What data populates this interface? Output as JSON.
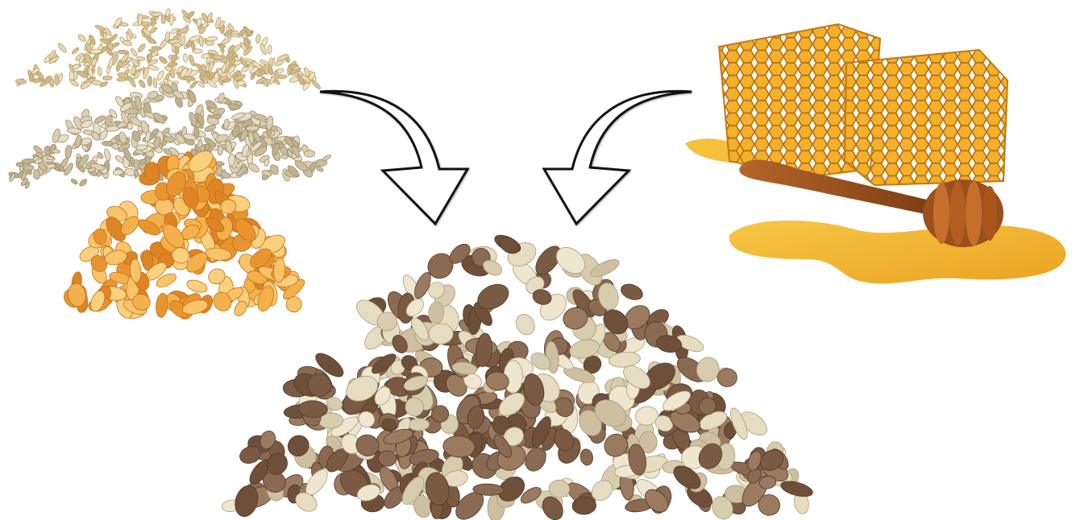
{
  "scene": {
    "description_items": [
      {
        "name": "oat-grains",
        "kind": "ingredient"
      },
      {
        "name": "rolled-oats",
        "kind": "ingredient"
      },
      {
        "name": "corn-flakes",
        "kind": "ingredient"
      },
      {
        "name": "honey",
        "kind": "ingredient"
      },
      {
        "name": "granola",
        "kind": "result"
      }
    ],
    "icons": {
      "left_arrow": "curved-arrow-down-right-icon",
      "right_arrow": "curved-arrow-down-left-icon"
    },
    "colors": {
      "background": "#ffffff",
      "oats": "#e3d2a8",
      "rolled_oats": "#d9cdb0",
      "corn_flakes": "#f0a845",
      "honey": "#f4b41a",
      "honeycomb": "#e8a020",
      "granola_dark": "#8a6a52",
      "granola_light": "#e6dcc2",
      "arrow_stroke": "#111111"
    }
  }
}
